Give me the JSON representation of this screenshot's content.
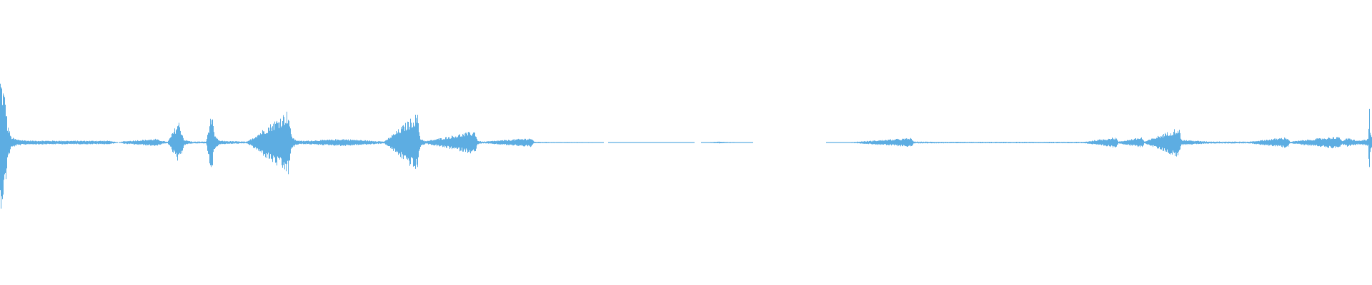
{
  "chart_data": {
    "type": "area",
    "subtype": "audio-waveform",
    "title": "",
    "xlabel": "",
    "ylabel": "",
    "x_range": [
      0,
      1
    ],
    "y_range": [
      -1,
      1
    ],
    "grid": false,
    "legend": "none",
    "color": "#5dade2",
    "series": [
      {
        "x": [
          0.0,
          0.004,
          0.005,
          0.008,
          0.012,
          0.02,
          0.05,
          0.08,
          0.086,
          0.09,
          0.113,
          0.119,
          0.122,
          0.13,
          0.134,
          0.14,
          0.15,
          0.154,
          0.156,
          0.16,
          0.17,
          0.18,
          0.21,
          0.212,
          0.215,
          0.22,
          0.25,
          0.28,
          0.304,
          0.306,
          0.31,
          0.346,
          0.348,
          0.352,
          0.387,
          0.389,
          0.391,
          0.41,
          0.436,
          0.438,
          0.44,
          0.47,
          0.51,
          0.524,
          0.55,
          0.6,
          0.62,
          0.664,
          0.666,
          0.69,
          0.73,
          0.76,
          0.79,
          0.813,
          0.815,
          0.832,
          0.834,
          0.859,
          0.861,
          0.88,
          0.91,
          0.938,
          0.94,
          0.975,
          0.978,
          0.982,
          0.99,
          0.997,
          0.998,
          0.9985
        ],
        "y": [
          0.75,
          0.48,
          0.22,
          0.06,
          0.035,
          0.022,
          0.02,
          0.02,
          0.0,
          0.015,
          0.04,
          0.016,
          0.008,
          0.24,
          0.03,
          0.01,
          0.012,
          0.34,
          0.08,
          0.02,
          0.015,
          0.01,
          0.36,
          0.09,
          0.03,
          0.018,
          0.04,
          0.012,
          0.33,
          0.05,
          0.015,
          0.13,
          0.02,
          0.01,
          0.05,
          0.01,
          0.008,
          0.006,
          0.005,
          0.005,
          0.0,
          0.005,
          0.0,
          0.01,
          0.0,
          0.0,
          0.005,
          0.05,
          0.01,
          0.008,
          0.008,
          0.008,
          0.008,
          0.06,
          0.01,
          0.06,
          0.01,
          0.17,
          0.03,
          0.012,
          0.01,
          0.06,
          0.01,
          0.07,
          0.02,
          0.05,
          0.02,
          0.04,
          0.5,
          0.08
        ]
      }
    ]
  }
}
